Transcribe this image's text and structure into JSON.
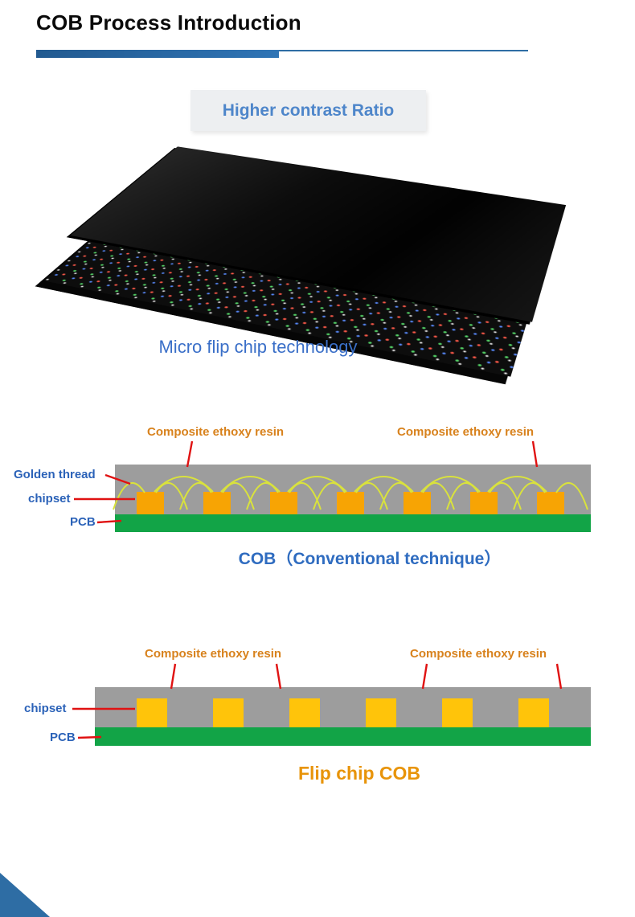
{
  "header": {
    "title": "COB Process Introduction"
  },
  "badge": {
    "label": "Higher contrast Ratio"
  },
  "hero": {
    "caption": "Micro flip chip technology"
  },
  "diagram_conventional": {
    "resin_label_left": "Composite ethoxy resin",
    "resin_label_right": "Composite ethoxy resin",
    "golden_thread_label": "Golden thread",
    "chipset_label": "chipset",
    "pcb_label": "PCB",
    "caption": "COB（Conventional technique）"
  },
  "diagram_flipchip": {
    "resin_label_left": "Composite ethoxy resin",
    "resin_label_right": "Composite ethoxy resin",
    "chipset_label": "chipset",
    "pcb_label": "PCB",
    "caption": "Flip chip COB"
  },
  "colors": {
    "accent-blue": "#2e6da4",
    "badge-bg": "#edeff1",
    "badge-blue": "#4e86ca",
    "hero-blue": "#3a6fc8",
    "label-orange": "#d8821d",
    "label-blue": "#2b62b8",
    "caption-blue": "#2f6cc0",
    "caption-orange": "#e8940a",
    "pcb-green": "#12a447",
    "resin-gray": "#9d9d9d",
    "chip-orange": "#f7a404",
    "chip-yellow": "#ffc40a",
    "wire-yellow": "#d9e23c",
    "leader-red": "#e01212"
  }
}
